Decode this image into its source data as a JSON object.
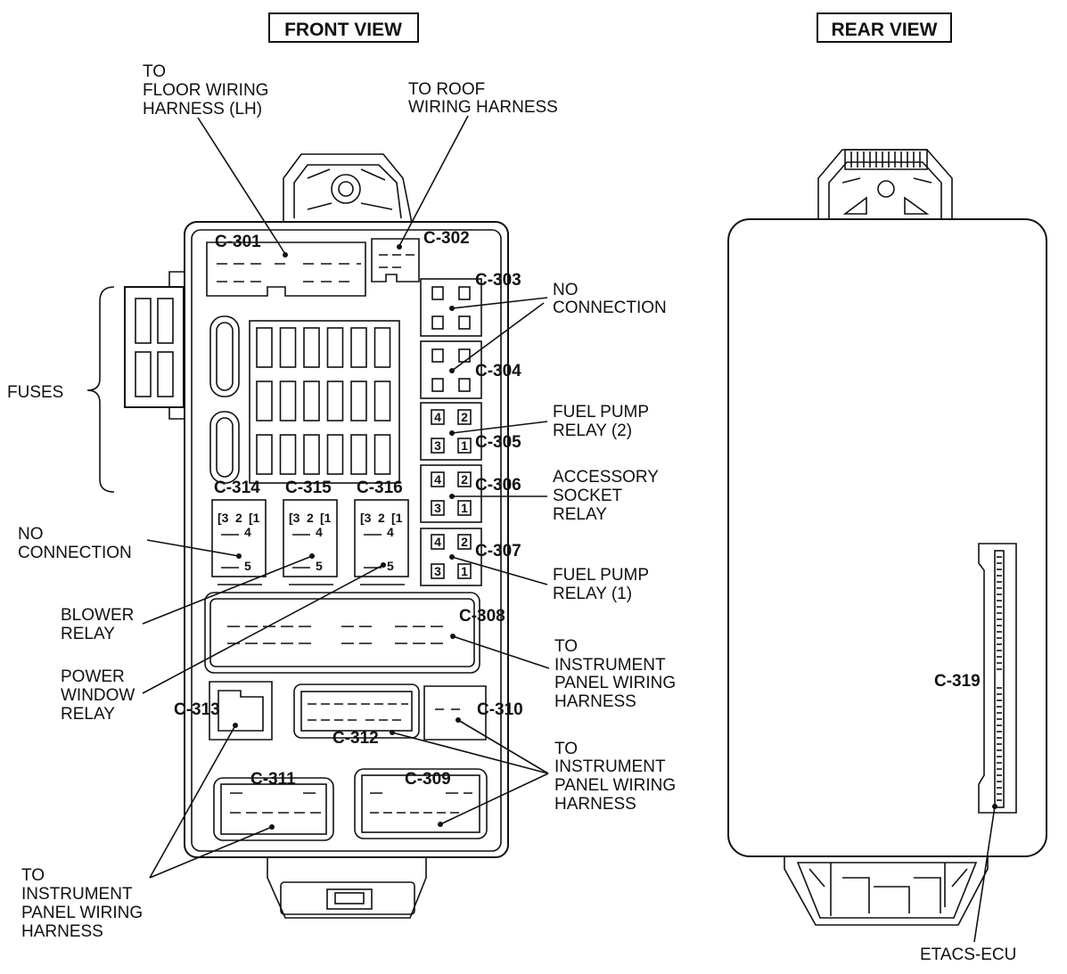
{
  "views": {
    "front_title": "FRONT VIEW",
    "rear_title": "REAR VIEW"
  },
  "connectors": {
    "c301": "C-301",
    "c302": "C-302",
    "c303": "C-303",
    "c304": "C-304",
    "c305": "C-305",
    "c306": "C-306",
    "c307": "C-307",
    "c308": "C-308",
    "c309": "C-309",
    "c310": "C-310",
    "c311": "C-311",
    "c312": "C-312",
    "c313": "C-313",
    "c314": "C-314",
    "c315": "C-315",
    "c316": "C-316",
    "c319": "C-319"
  },
  "relay_pins": {
    "p1": "1",
    "p2": "2",
    "p3": "3",
    "p4": "4",
    "p5": "5"
  },
  "labels": {
    "floor_harness": [
      "TO",
      "FLOOR WIRING",
      "HARNESS (LH)"
    ],
    "roof_harness": [
      "TO ROOF",
      "WIRING HARNESS"
    ],
    "no_connection_top": [
      "NO",
      "CONNECTION"
    ],
    "fuel_pump_relay_2": [
      "FUEL PUMP",
      "RELAY (2)"
    ],
    "accessory_socket_relay": [
      "ACCESSORY",
      "SOCKET",
      "RELAY"
    ],
    "fuel_pump_relay_1": [
      "FUEL PUMP",
      "RELAY (1)"
    ],
    "ip_harness_1": [
      "TO",
      "INSTRUMENT",
      "PANEL WIRING",
      "HARNESS"
    ],
    "ip_harness_2": [
      "TO",
      "INSTRUMENT",
      "PANEL WIRING",
      "HARNESS"
    ],
    "ip_harness_3": [
      "TO",
      "INSTRUMENT",
      "PANEL WIRING",
      "HARNESS"
    ],
    "fuses": "FUSES",
    "no_connection_left": [
      "NO",
      "CONNECTION"
    ],
    "blower_relay": [
      "BLOWER",
      "RELAY"
    ],
    "power_window_relay": [
      "POWER",
      "WINDOW",
      "RELAY"
    ],
    "etacs": "ETACS-ECU"
  }
}
